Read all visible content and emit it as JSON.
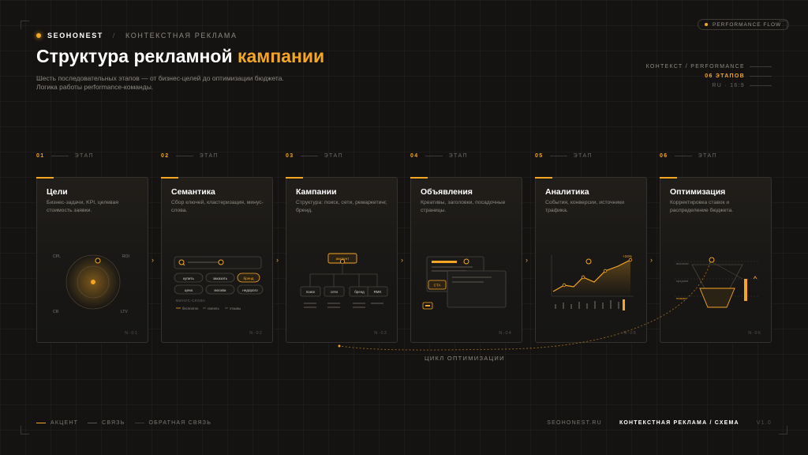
{
  "brand": {
    "name": "SEOHONEST",
    "section": "КОНТЕКСТНАЯ РЕКЛАМА"
  },
  "badge": "PERFORMANCE FLOW",
  "title": {
    "main": "Структура рекламной ",
    "accent": "кампании"
  },
  "subtitle": {
    "line1": "Шесть последовательных этапов — от бизнес-целей до оптимизации бюджета.",
    "line2": "Логика работы performance-команды."
  },
  "meta": {
    "line1": "КОНТЕКСТ / PERFORMANCE",
    "line2": "06 ЭТАПОВ",
    "line3": "RU · 16:9"
  },
  "stage_label": "ЭТАП",
  "stages": [
    {
      "num": "01",
      "title": "Цели",
      "desc": "Бизнес-задачи, KPI, целевая стоимость заявки.",
      "code": "N-01"
    },
    {
      "num": "02",
      "title": "Семантика",
      "desc": "Сбор ключей, кластеризация, минус-слова.",
      "code": "N-02"
    },
    {
      "num": "03",
      "title": "Кампании",
      "desc": "Структура: поиск, сети, ремаркетинг, бренд.",
      "code": "N-03"
    },
    {
      "num": "04",
      "title": "Объявления",
      "desc": "Креативы, заголовки, посадочные страницы.",
      "code": "N-04"
    },
    {
      "num": "05",
      "title": "Аналитика",
      "desc": "События, конверсии, источники трафика.",
      "code": "N-05"
    },
    {
      "num": "06",
      "title": "Оптимизация",
      "desc": "Корректировка ставок и распределение бюджета.",
      "code": "N-06"
    }
  ],
  "goals": {
    "labels": [
      "CPL",
      "ROI",
      "CR",
      "LTV"
    ]
  },
  "semantics": {
    "chips": [
      "купить",
      "заказать",
      "бренд",
      "цена",
      "москва",
      "недорого"
    ],
    "minus_label": "МИНУС-СЛОВА",
    "minus": [
      "бесплатно",
      "скачать",
      "отзывы"
    ]
  },
  "campaigns": {
    "root": "аккаунт",
    "children": [
      "поиск",
      "сети",
      "бренд",
      "RMK"
    ]
  },
  "ads": {
    "cta": "CTA"
  },
  "analytics": {
    "peak": "+34%"
  },
  "optimization": {
    "tiers": [
      "высокая",
      "средняя",
      "низкая"
    ]
  },
  "loop_label": "ЦИКЛ ОПТИМИЗАЦИИ",
  "legend": [
    "АКЦЕНТ",
    "СВЯЗЬ",
    "ОБРАТНАЯ СВЯЗЬ"
  ],
  "footer": {
    "site": "SEOHONEST.RU",
    "caption": "КОНТЕКСТНАЯ РЕКЛАМА / СХЕМА",
    "version": "V1.0"
  },
  "colors": {
    "accent": "#f5a623",
    "bg": "#141312",
    "card_border": "#35322e"
  }
}
